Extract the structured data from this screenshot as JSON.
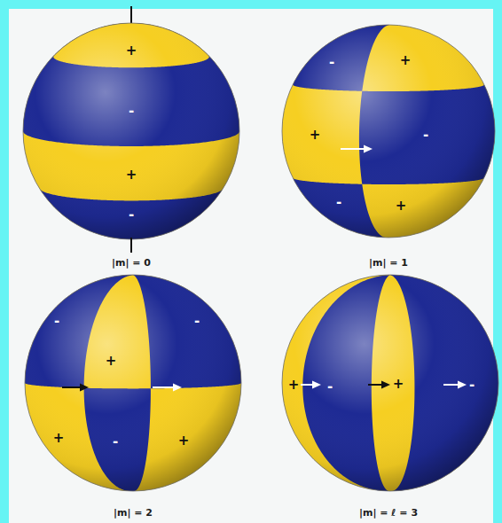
{
  "diagram": {
    "labels": [
      "+",
      "-",
      "+",
      "-",
      "-",
      "+",
      "+",
      "-",
      "-",
      "+",
      "|m| = 0",
      "|m| = 1",
      "-",
      "+",
      "-",
      "+",
      "-",
      "+",
      "+",
      "-",
      "+",
      "-",
      "|m| = 2",
      "|m| = ℓ = 3"
    ]
  }
}
